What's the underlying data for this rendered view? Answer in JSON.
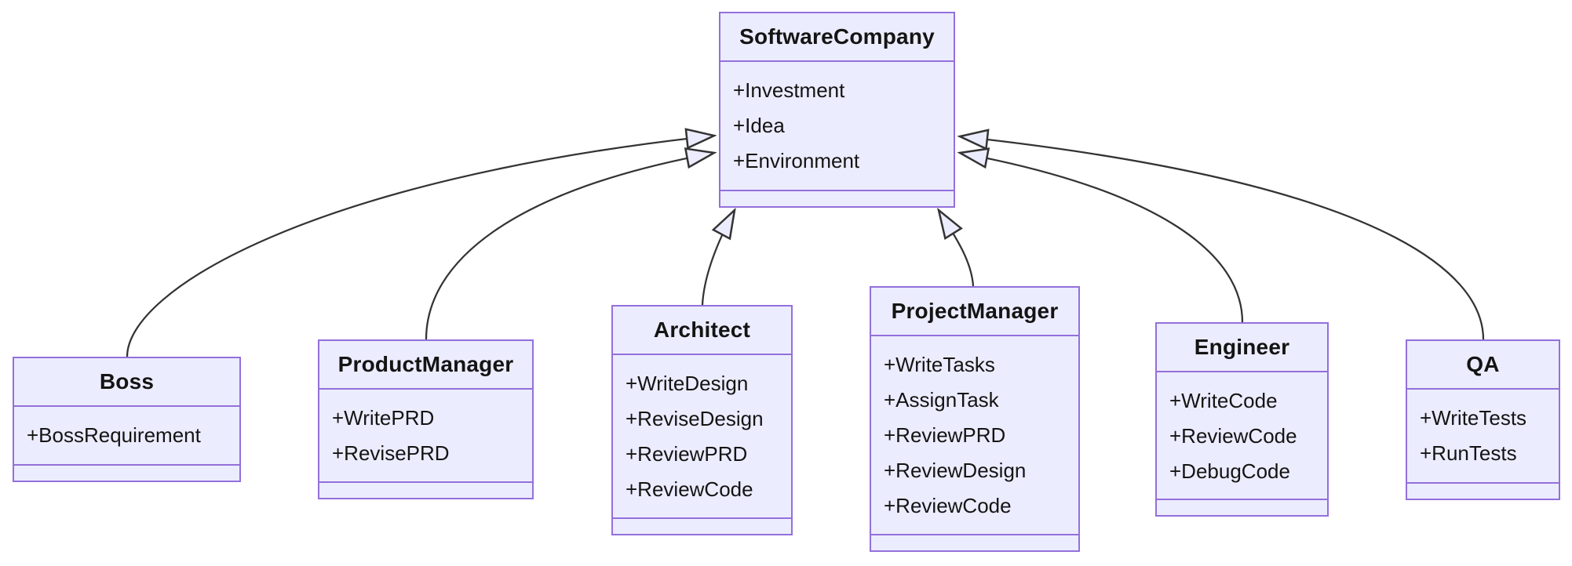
{
  "diagram": {
    "kind": "uml-class-diagram",
    "background_color": "#ffffff",
    "node_fill_color": "#ECECFF",
    "node_border_color": "#9370DB",
    "edge_color": "#333333",
    "text_color": "#141414",
    "classes": [
      {
        "name": "SoftwareCompany",
        "attributes": [
          "+Investment",
          "+Idea",
          "+Environment"
        ],
        "methods": []
      },
      {
        "name": "Boss",
        "attributes": [
          "+BossRequirement"
        ],
        "methods": []
      },
      {
        "name": "ProductManager",
        "attributes": [
          "+WritePRD",
          "+RevisePRD"
        ],
        "methods": []
      },
      {
        "name": "Architect",
        "attributes": [
          "+WriteDesign",
          "+ReviseDesign",
          "+ReviewPRD",
          "+ReviewCode"
        ],
        "methods": []
      },
      {
        "name": "ProjectManager",
        "attributes": [
          "+WriteTasks",
          "+AssignTask",
          "+ReviewPRD",
          "+ReviewDesign",
          "+ReviewCode"
        ],
        "methods": []
      },
      {
        "name": "Engineer",
        "attributes": [
          "+WriteCode",
          "+ReviewCode",
          "+DebugCode"
        ],
        "methods": []
      },
      {
        "name": "QA",
        "attributes": [
          "+WriteTests",
          "+RunTests"
        ],
        "methods": []
      }
    ],
    "relations": [
      {
        "from": "Boss",
        "to": "SoftwareCompany",
        "type": "inheritance"
      },
      {
        "from": "ProductManager",
        "to": "SoftwareCompany",
        "type": "inheritance"
      },
      {
        "from": "Architect",
        "to": "SoftwareCompany",
        "type": "inheritance"
      },
      {
        "from": "ProjectManager",
        "to": "SoftwareCompany",
        "type": "inheritance"
      },
      {
        "from": "Engineer",
        "to": "SoftwareCompany",
        "type": "inheritance"
      },
      {
        "from": "QA",
        "to": "SoftwareCompany",
        "type": "inheritance"
      }
    ]
  }
}
